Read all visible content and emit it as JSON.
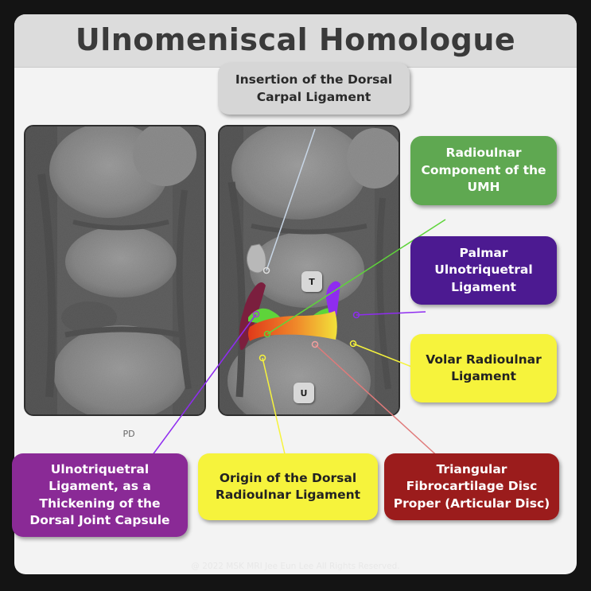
{
  "title": "Ulnomeniscal Homologue",
  "sequence_label": "PD",
  "bone_labels": {
    "triquetrum": "T",
    "ulna": "U"
  },
  "labels": {
    "dorsal_carpal": [
      "Insertion of the Dorsal",
      "Carpal Ligament"
    ],
    "radioulnar_umh": [
      "Radioulnar",
      "Component of the",
      "UMH"
    ],
    "palmar_ut": [
      "Palmar",
      "Ulnotriquetral",
      "Ligament"
    ],
    "volar_ru": [
      "Volar Radioulnar",
      "Ligament"
    ],
    "ulnotriquetral": [
      "Ulnotriquetral",
      "Ligament, as a",
      "Thickening of the",
      "Dorsal Joint Capsule"
    ],
    "origin_dorsal": [
      "Origin of the Dorsal",
      "Radioulnar Ligament"
    ],
    "tfc_disc": [
      "Triangular",
      "Fibrocartilage Disc",
      "Proper (Articular Disc)"
    ]
  },
  "colors": {
    "dorsal_carpal": "#d6d6d6",
    "radioulnar_umh": "#5fa851",
    "palmar_ut": "#4c1a91",
    "volar_ru": "#f6f33c",
    "ulnotriquetral": "#8a2a96",
    "tfc_disc": "#9b1c1c"
  },
  "copyright": "@ 2022 MSK MRI Jee Eun Lee All Rights Reserved."
}
